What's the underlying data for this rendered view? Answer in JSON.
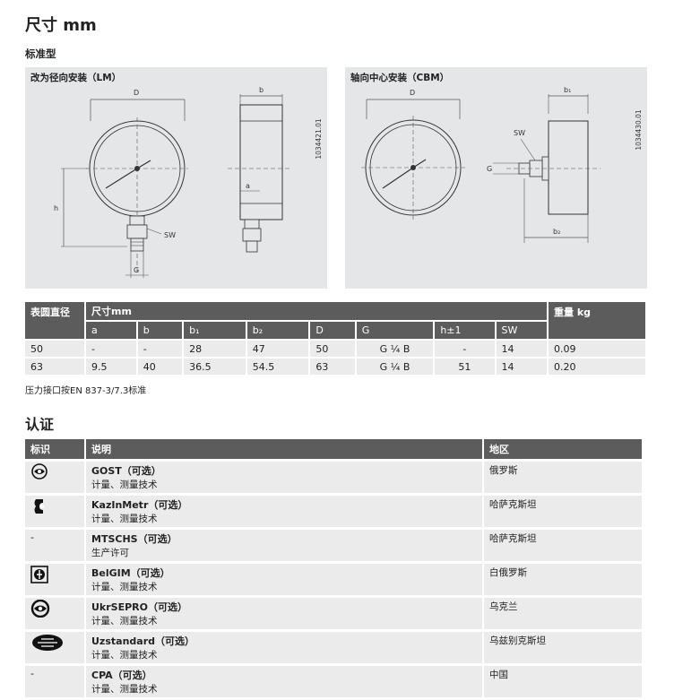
{
  "title": "尺寸 mm",
  "subtitle": "标准型",
  "panel_left": {
    "title": "改为径向安装（LM）",
    "label_D": "D",
    "label_b": "b",
    "label_h": "h",
    "label_a": "a",
    "label_SW": "SW",
    "label_G": "G",
    "code": "1034421.01"
  },
  "panel_right": {
    "title": "轴向中心安装（CBM）",
    "label_D": "D",
    "label_b1": "b₁",
    "label_b2": "b₂",
    "label_SW": "SW",
    "label_G": "G",
    "code": "1034430.01"
  },
  "dim_table": {
    "col_dial": "表圆直径",
    "col_dims": "尺寸mm",
    "col_weight": "重量 kg",
    "sub_headers": [
      "a",
      "b",
      "b₁",
      "b₂",
      "D",
      "G",
      "h±1",
      "SW"
    ],
    "rows": [
      {
        "dial": "50",
        "cells": [
          "-",
          "-",
          "28",
          "47",
          "50",
          "G ¼ B",
          "-",
          "14"
        ],
        "weight": "0.09"
      },
      {
        "dial": "63",
        "cells": [
          "9.5",
          "40",
          "36.5",
          "54.5",
          "63",
          "G ¼ B",
          "51",
          "14"
        ],
        "weight": "0.20"
      }
    ]
  },
  "note": "压力接口按EN 837-3/7.3标准",
  "cert_title": "认证",
  "cert_table": {
    "col_logo": "标识",
    "col_desc": "说明",
    "col_region": "地区",
    "rows": [
      {
        "logo_icon": "gost-logo-icon",
        "name": "GOST（可选）",
        "desc": "计量、测量技术",
        "region": "俄罗斯"
      },
      {
        "logo_icon": "kazinmetr-logo-icon",
        "name": "KazInMetr（可选）",
        "desc": "计量、测量技术",
        "region": "哈萨克斯坦"
      },
      {
        "logo_icon": "",
        "logo_text": "-",
        "name": "MTSCHS（可选）",
        "desc": "生产许可",
        "region": "哈萨克斯坦"
      },
      {
        "logo_icon": "belgim-logo-icon",
        "name": "BelGIM（可选）",
        "desc": "计量、测量技术",
        "region": "白俄罗斯"
      },
      {
        "logo_icon": "ukrsepro-logo-icon",
        "name": "UkrSEPRO（可选）",
        "desc": "计量、测量技术",
        "region": "乌克兰"
      },
      {
        "logo_icon": "uzstandard-logo-icon",
        "name": "Uzstandard（可选）",
        "desc": "计量、测量技术",
        "region": "乌兹别克斯坦"
      },
      {
        "logo_icon": "",
        "logo_text": "-",
        "name": "CPA（可选）",
        "desc": "计量、测量技术",
        "region": "中国"
      }
    ]
  }
}
